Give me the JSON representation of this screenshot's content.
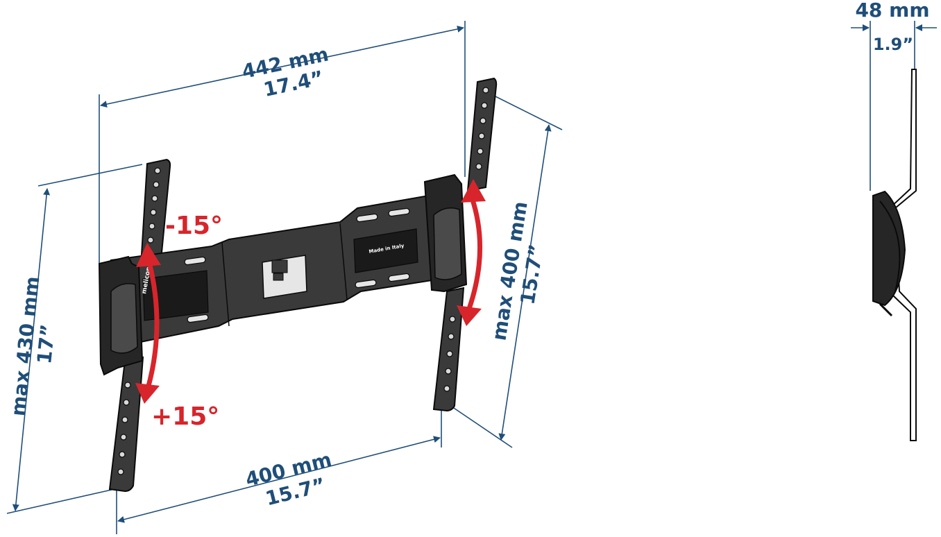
{
  "dimensions": {
    "top_width_mm": "442 mm",
    "top_width_in": "17.4”",
    "left_height_mm": "max 430 mm",
    "left_height_in": "17”",
    "right_height_mm": "max 400 mm",
    "right_height_in": "15.7”",
    "bottom_width_mm": "400 mm",
    "bottom_width_in": "15.7”",
    "depth_mm": "48 mm",
    "depth_in": "1.9”"
  },
  "tilt": {
    "up": "-15°",
    "down": "+15°"
  },
  "markings": {
    "brand": "meliconi",
    "made_in": "Made in Italy"
  },
  "colors": {
    "dimension": "#1f4e79",
    "tilt_arrow": "#d7252b",
    "part": "#3a3a3a"
  }
}
